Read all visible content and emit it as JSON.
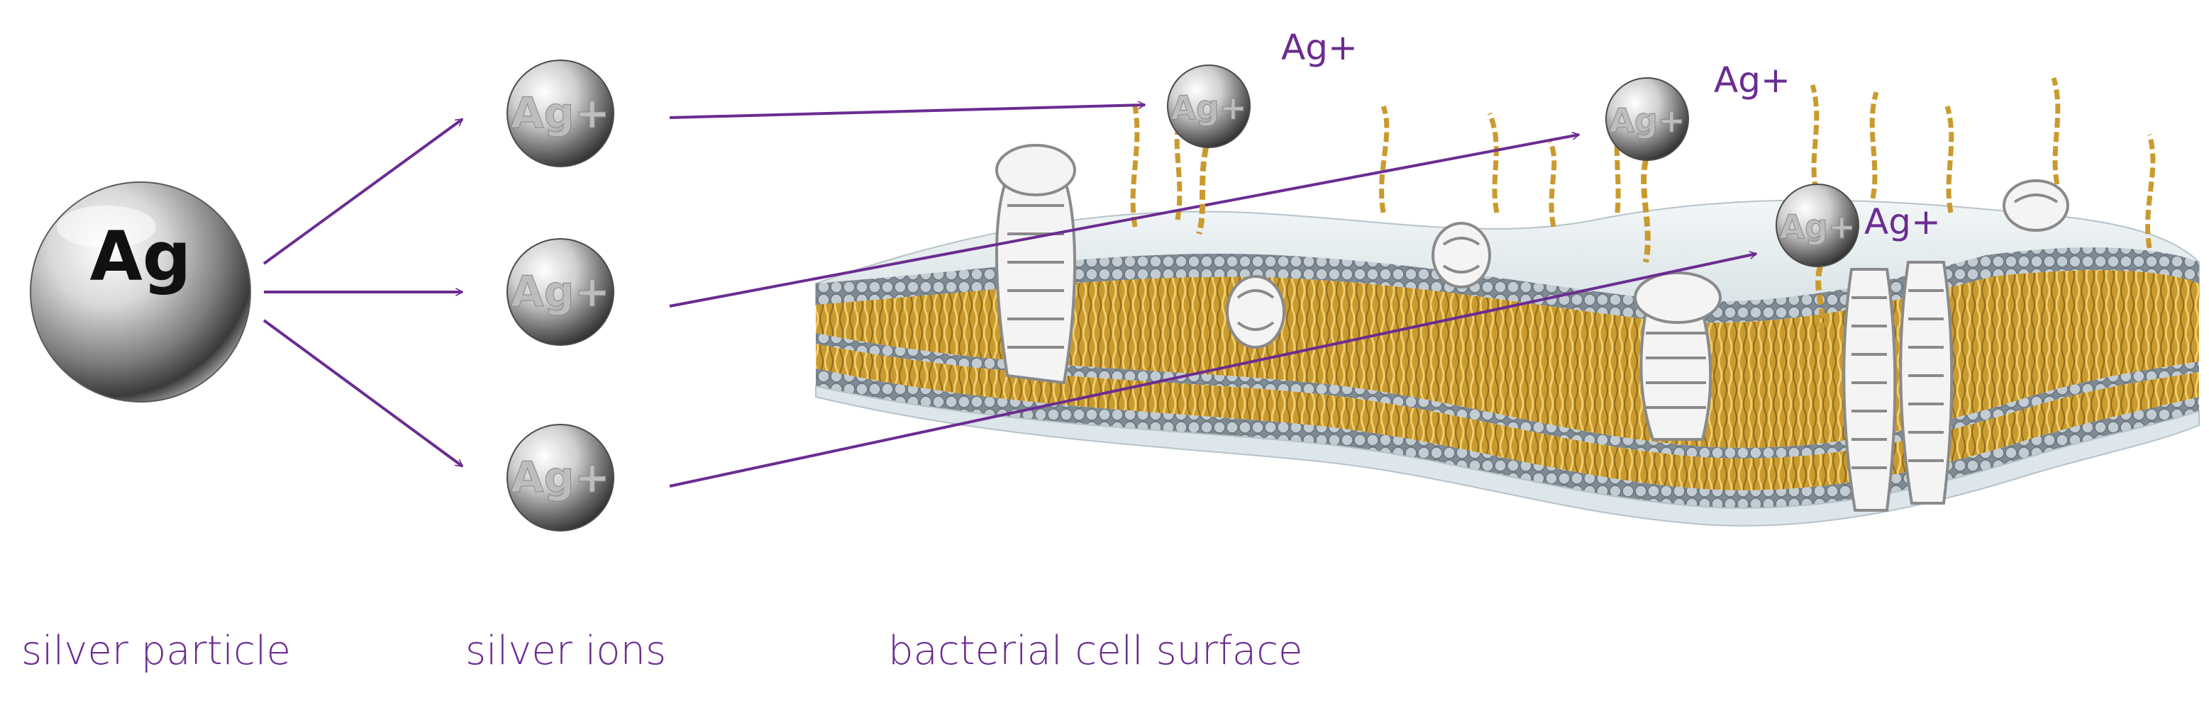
{
  "particle": {
    "symbol": "Ag"
  },
  "ions": {
    "symbol": "Ag+"
  },
  "surface_ions": [
    {
      "label": "Ag+"
    },
    {
      "label": "Ag+"
    },
    {
      "label": "Ag+"
    }
  ],
  "captions": {
    "particle": "silver particle",
    "ions": "silver ions",
    "surface": "bacterial cell surface"
  },
  "colors": {
    "accent": "#6b2c91",
    "lipid_tail": "#d9b04a",
    "lipid_head": "#b9c3cc",
    "membrane_surface": "#e3ecef"
  }
}
